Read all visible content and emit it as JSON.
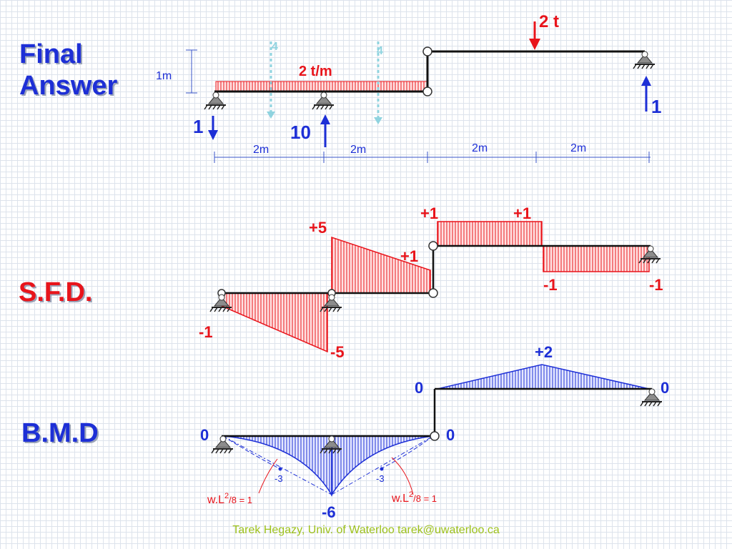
{
  "headings": {
    "final_line1": "Final",
    "final_line2": "Answer",
    "sfd": "S.F.D.",
    "bmd": "B.M.D"
  },
  "beam": {
    "load_point": "2 t",
    "load_udl": "2 t/m",
    "height": "1m",
    "dashed_arrow_1": "4",
    "dashed_arrow_2": "4",
    "reaction_left": "1",
    "reaction_middle": "10",
    "reaction_right": "1",
    "spans": [
      "2m",
      "2m",
      "2m",
      "2m"
    ]
  },
  "sfd": {
    "values": [
      "+1",
      "+1",
      "+5",
      "+1",
      "-1",
      "-1",
      "-1",
      "-5"
    ]
  },
  "bmd": {
    "values": [
      "+2",
      "0",
      "0",
      "0",
      "0",
      "-6"
    ],
    "midspan_left": "-3",
    "midspan_right": "-3",
    "wl2_left": "w.L",
    "wl2_left_sup": "2",
    "wl2_left_tail": "/8 = 1",
    "wl2_right": "w.L",
    "wl2_right_sup": "2",
    "wl2_right_tail": "/8 = 1"
  },
  "footer": "Tarek Hegazy, Univ. of Waterloo   tarek@uwaterloo.ca",
  "colors": {
    "heading_blue": "#1d2fd6",
    "heading_red": "#e8141b",
    "load_red": "#e8141b",
    "moment_blue": "#1d2fd6",
    "footer_green": "#9dc11a"
  },
  "icons": [
    "pin-support-icon",
    "roller-support-icon",
    "hinge-icon",
    "arrow-down-icon",
    "arrow-up-icon"
  ]
}
